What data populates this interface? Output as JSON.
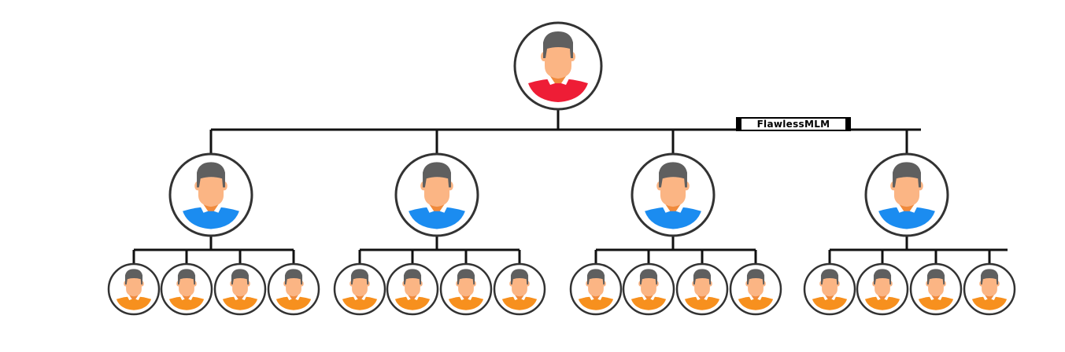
{
  "diagram": {
    "type": "hierarchy-tree",
    "brand_label": "FlawlessMLM",
    "colors": {
      "line": "#111111",
      "ring": "#333333",
      "hair": "#5f5f5f",
      "skin": "#fbb584",
      "neck": "#f08a3c",
      "collar": "#ffffff",
      "level_1_shirt": "#ee1d36",
      "level_2_shirt": "#1b8cf0",
      "level_3_shirt": "#f7901e"
    },
    "levels": [
      {
        "level": 1,
        "count": 1
      },
      {
        "level": 2,
        "count": 4
      },
      {
        "level": 3,
        "count": 16,
        "children_per_parent": 4
      }
    ]
  }
}
